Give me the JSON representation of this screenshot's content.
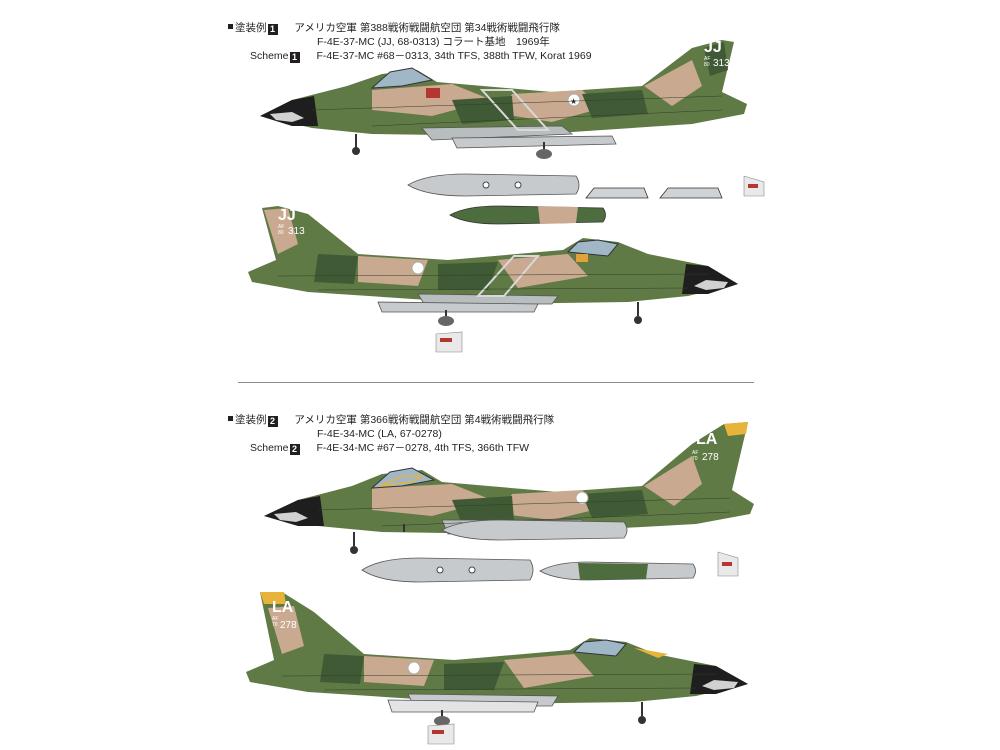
{
  "schemes": [
    {
      "tag": "塗装例",
      "number": "1",
      "scheme_word": "Scheme",
      "jp_line1": "アメリカ空軍 第388戦術戦闘航空団 第34戦術戦闘飛行隊",
      "jp_line2": "F-4E-37-MC (JJ, 68-0313)  コラート基地　1969年",
      "en_line": "F-4E-37-MC  #68－0313, 34th TFS, 388th TFW, Korat 1969",
      "tail_code": "JJ",
      "tail_af": "AF",
      "tail_year": "80",
      "tail_serial": "313"
    },
    {
      "tag": "塗装例",
      "number": "2",
      "scheme_word": "Scheme",
      "jp_line1": "アメリカ空軍 第366戦術戦闘航空団 第4戦術戦闘飛行隊",
      "jp_line2": "F-4E-34-MC (LA, 67-0278)",
      "en_line": "F-4E-34-MC  #67－0278, 4th TFS, 366th TFW",
      "tail_code": "LA",
      "tail_af": "AF",
      "tail_year": "70",
      "tail_serial": "278"
    }
  ],
  "colors": {
    "camo_green": "#5f7a45",
    "camo_dark": "#3f5a35",
    "camo_tan": "#c9a98f",
    "underside": "#b8bdbf",
    "nose": "#1e1e1e",
    "fin_tip_yellow": "#e8b33a"
  }
}
